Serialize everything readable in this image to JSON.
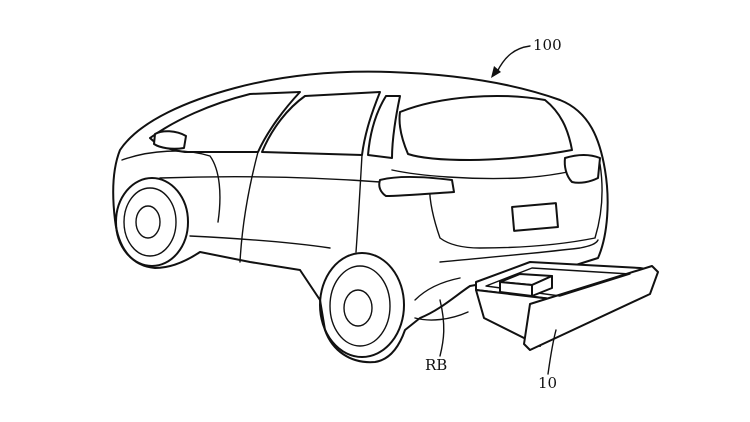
{
  "labels": {
    "vehicle": "100",
    "rear_bumper": "RB",
    "drawer": "10"
  }
}
